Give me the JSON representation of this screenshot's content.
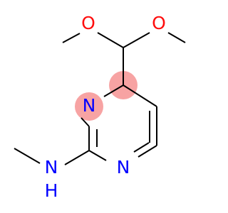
{
  "molecule": {
    "atoms": {
      "o_left": {
        "label": "O",
        "color": "#ff0d0d"
      },
      "o_right": {
        "label": "O",
        "color": "#ff0d0d"
      },
      "n_ring_top": {
        "label": "N",
        "color": "#0000ff"
      },
      "n_ring_bottom": {
        "label": "N",
        "color": "#0000ff"
      },
      "nh_amine": {
        "label": "N",
        "color": "#0000ff"
      },
      "h_amine": {
        "label": "H",
        "color": "#0000ff"
      }
    },
    "colors": {
      "bond": "#000000",
      "highlight": "#f7a3a3"
    }
  }
}
